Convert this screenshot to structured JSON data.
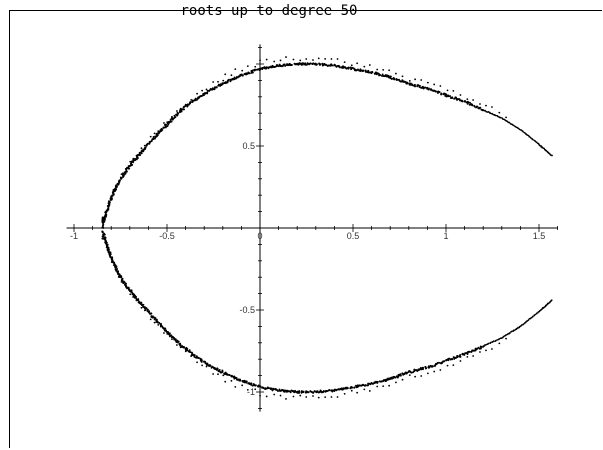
{
  "chart_data": {
    "type": "scatter",
    "title": "roots up to degree 50",
    "xlabel": "",
    "ylabel": "",
    "xlim": [
      -1.0,
      1.6
    ],
    "ylim": [
      -1.08,
      1.08
    ],
    "grid": false,
    "legend": "none",
    "x_ticks": [
      {
        "value": -1.0,
        "label": "-1"
      },
      {
        "value": -0.5,
        "label": "-0.5"
      },
      {
        "value": 0.0,
        "label": "0"
      },
      {
        "value": 0.5,
        "label": "0.5"
      },
      {
        "value": 1.0,
        "label": "1"
      },
      {
        "value": 1.5,
        "label": "1.5"
      }
    ],
    "y_ticks": [
      {
        "value": 0.5,
        "label": "0.5"
      },
      {
        "value": -0.5,
        "label": "-0.5"
      },
      {
        "value": -1.0,
        "label": "-1"
      }
    ],
    "series": [
      {
        "marker_color": "#000000",
        "points_upper": [
          [
            -0.84,
            0.04
          ],
          [
            -0.82,
            0.12
          ],
          [
            -0.79,
            0.21
          ],
          [
            -0.75,
            0.3
          ],
          [
            -0.7,
            0.38
          ],
          [
            -0.64,
            0.46
          ],
          [
            -0.57,
            0.55
          ],
          [
            -0.5,
            0.63
          ],
          [
            -0.43,
            0.71
          ],
          [
            -0.35,
            0.78
          ],
          [
            -0.27,
            0.84
          ],
          [
            -0.18,
            0.89
          ],
          [
            -0.1,
            0.93
          ],
          [
            0.0,
            0.97
          ],
          [
            0.1,
            0.99
          ],
          [
            0.2,
            1.0
          ],
          [
            0.3,
            1.0
          ],
          [
            0.4,
            0.99
          ],
          [
            0.5,
            0.97
          ],
          [
            0.6,
            0.95
          ],
          [
            0.7,
            0.92
          ],
          [
            0.8,
            0.88
          ],
          [
            0.9,
            0.85
          ],
          [
            1.0,
            0.81
          ],
          [
            1.1,
            0.77
          ],
          [
            1.2,
            0.72
          ],
          [
            1.3,
            0.67
          ],
          [
            1.4,
            0.6
          ],
          [
            1.5,
            0.51
          ],
          [
            1.57,
            0.44
          ]
        ]
      }
    ]
  }
}
